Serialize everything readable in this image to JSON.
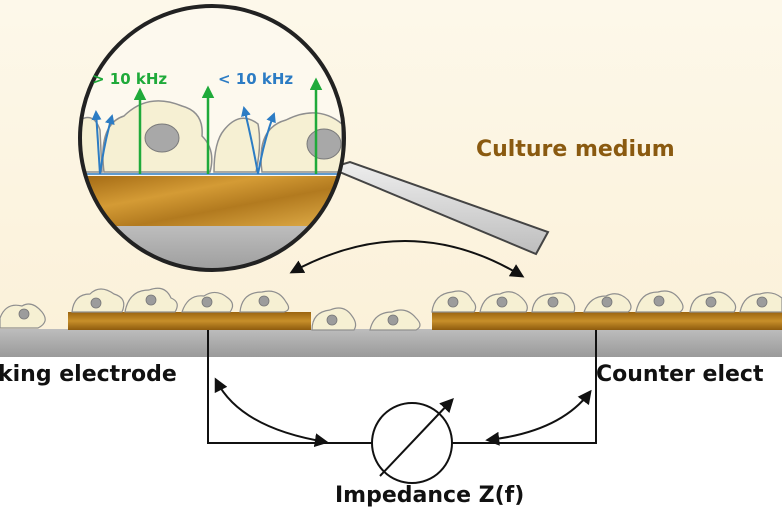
{
  "labels": {
    "culture_medium": "Culture medium",
    "working_electrode": "king electrode",
    "counter_electrode": "Counter elect",
    "impedance": "Impedance Z(f)",
    "high_freq": "> 10 kHz",
    "low_freq": "< 10 kHz"
  },
  "colors": {
    "medium_bg": "#fbf3de",
    "gold": "#b07a1c",
    "substrate": "#a9a9a9",
    "cell_fill": "#f6f0d3",
    "high_freq_arrow": "#1faa3a",
    "low_freq_arrow": "#2c7cc4",
    "label_brown": "#8a5a10"
  }
}
